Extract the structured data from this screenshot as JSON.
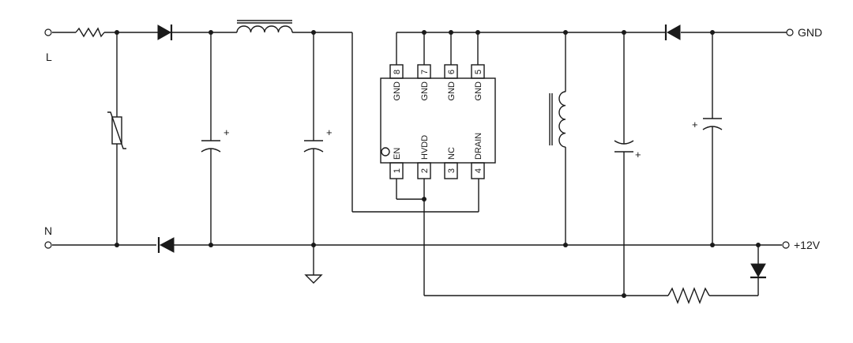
{
  "terminals": {
    "L": "L",
    "N": "N",
    "GND": "GND",
    "V12": "+12V"
  },
  "polarity": "+",
  "ic": {
    "top_pins": [
      {
        "num": "8",
        "name": "GND"
      },
      {
        "num": "7",
        "name": "GND"
      },
      {
        "num": "6",
        "name": "GND"
      },
      {
        "num": "5",
        "name": "GND"
      }
    ],
    "bottom_pins": [
      {
        "num": "1",
        "name": "EN"
      },
      {
        "num": "2",
        "name": "HVDD"
      },
      {
        "num": "3",
        "name": "NC"
      },
      {
        "num": "4",
        "name": "DRAIN"
      }
    ]
  }
}
